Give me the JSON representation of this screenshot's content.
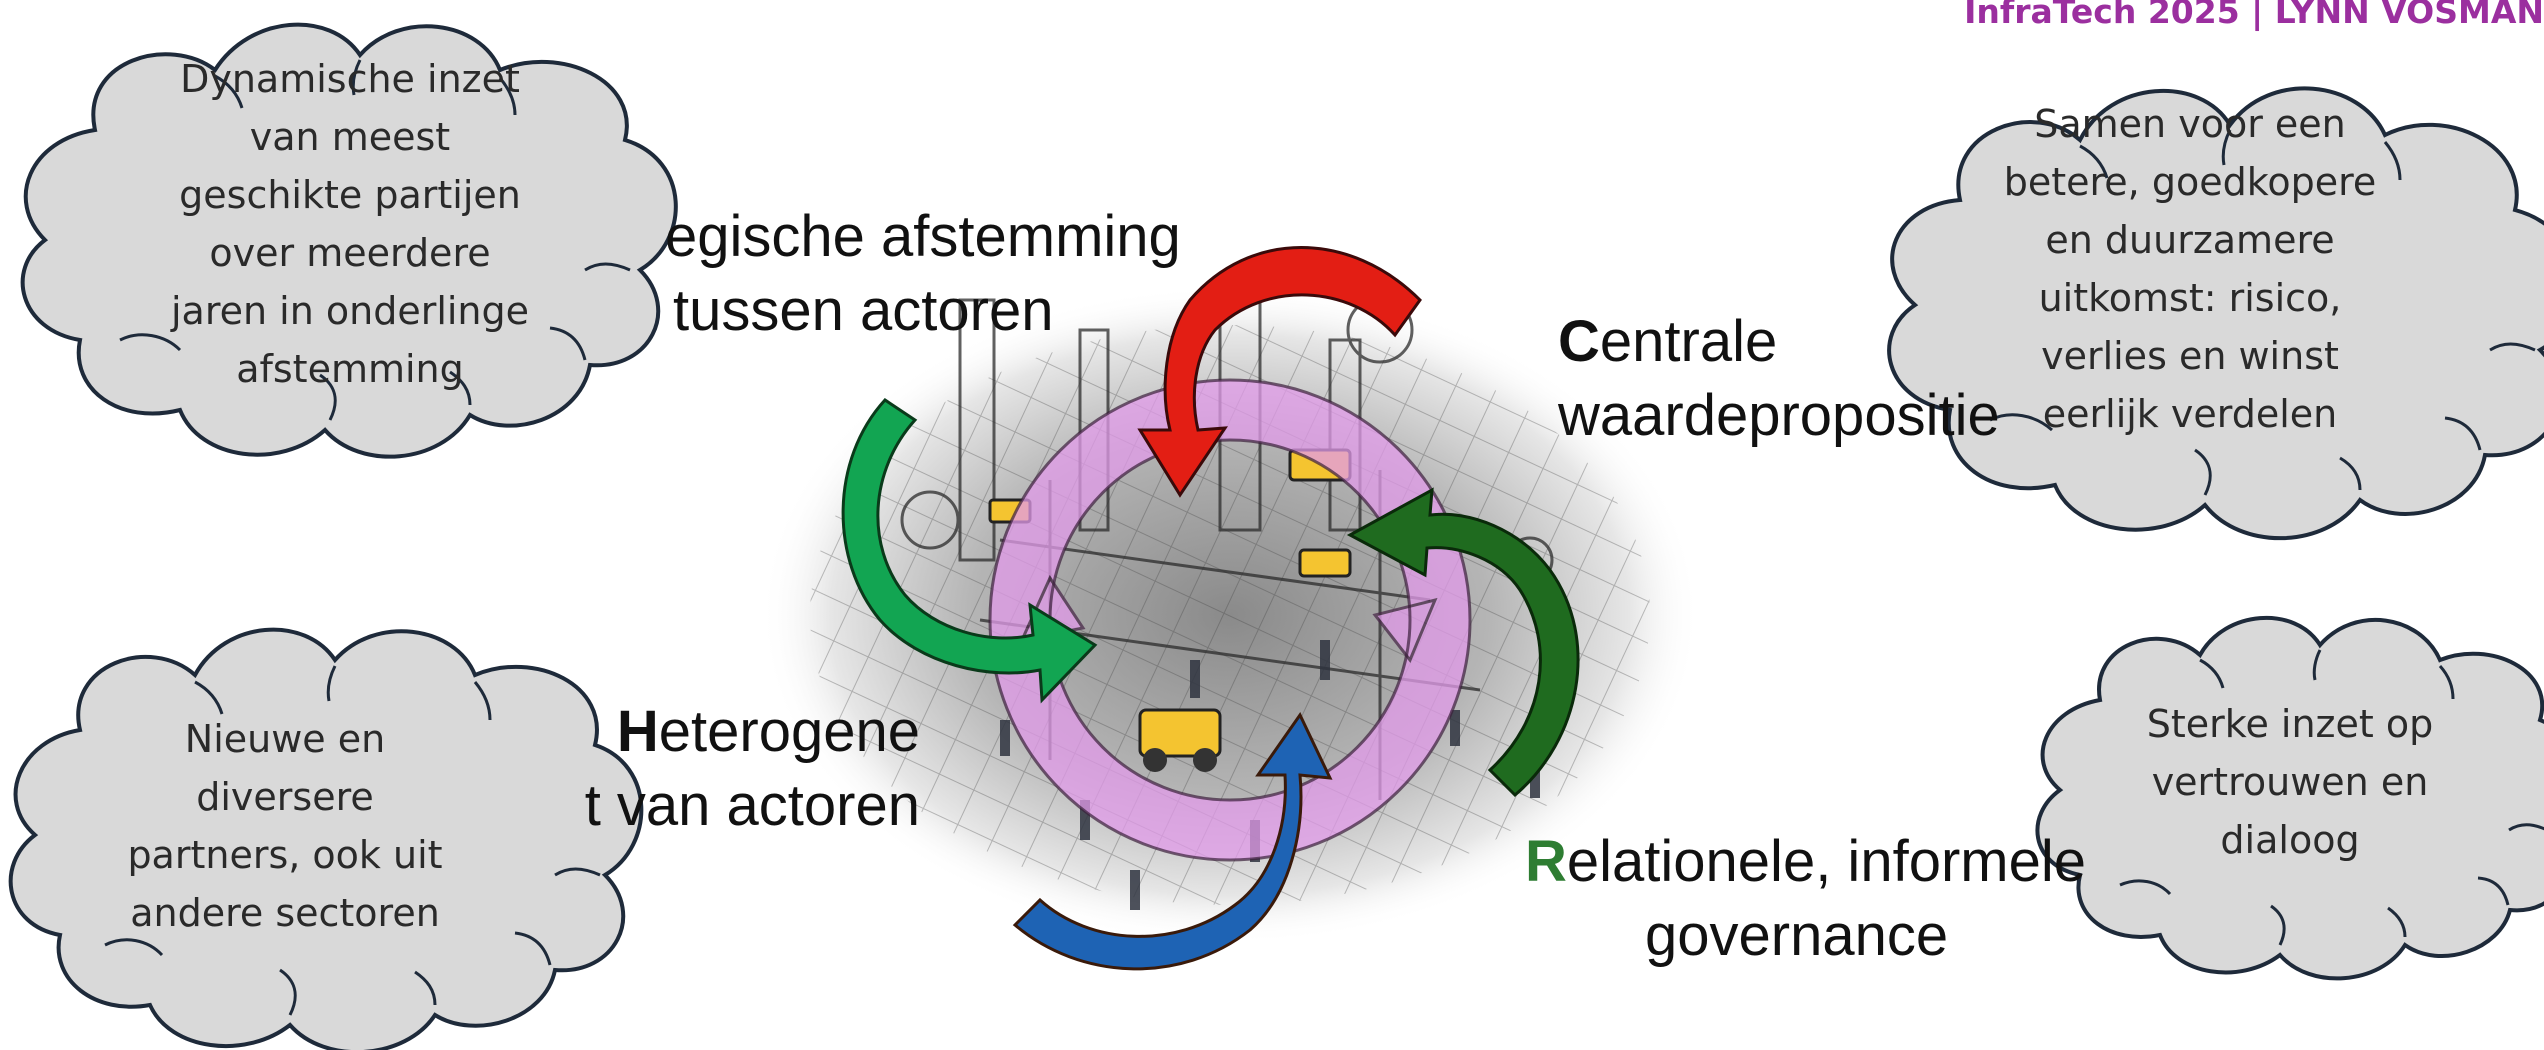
{
  "header": "InfraTech 2025 | LYNN VOSMAN",
  "clouds": {
    "top_left": [
      "Dynamische inzet",
      "van meest",
      "geschikte partijen",
      "over meerdere",
      "jaren in onderlinge",
      "afstemming"
    ],
    "top_right": [
      "Samen voor een",
      "betere, goedkopere",
      "en duurzamere",
      "uitkomst: risico,",
      "verlies en winst",
      "eerlijk verdelen"
    ],
    "bottom_left": [
      "Nieuwe en",
      "diversere",
      "partners, ook uit",
      "andere sectoren"
    ],
    "bottom_right": [
      "Sterke inzet op",
      "vertrouwen en",
      "dialoog"
    ]
  },
  "labels": {
    "strategic": {
      "line1": "egische afstemming",
      "line2": "tussen actoren"
    },
    "central": {
      "initial": "C",
      "rest": "entrale",
      "line2": "waardepropositie"
    },
    "hetero": {
      "initial": "H",
      "rest": "eterogene",
      "line2": "t van actoren"
    },
    "relational": {
      "initial": "R",
      "rest": "elationele, informele",
      "line2": "governance"
    }
  },
  "colors": {
    "cloud_fill": "#d9d9d9",
    "cloud_stroke": "#1e2a3a",
    "header": "#9b2f9f",
    "arrow_red": "#e31e14",
    "arrow_green_light": "#12a552",
    "arrow_green_dark": "#1f6b1f",
    "arrow_blue": "#1e63b4",
    "cycle_pink": "#e29bea",
    "initial_c": "#000000",
    "initial_h": "#000000",
    "initial_r": "#2e7d32"
  },
  "illustration": {
    "subject": "construction-site-sketch"
  }
}
